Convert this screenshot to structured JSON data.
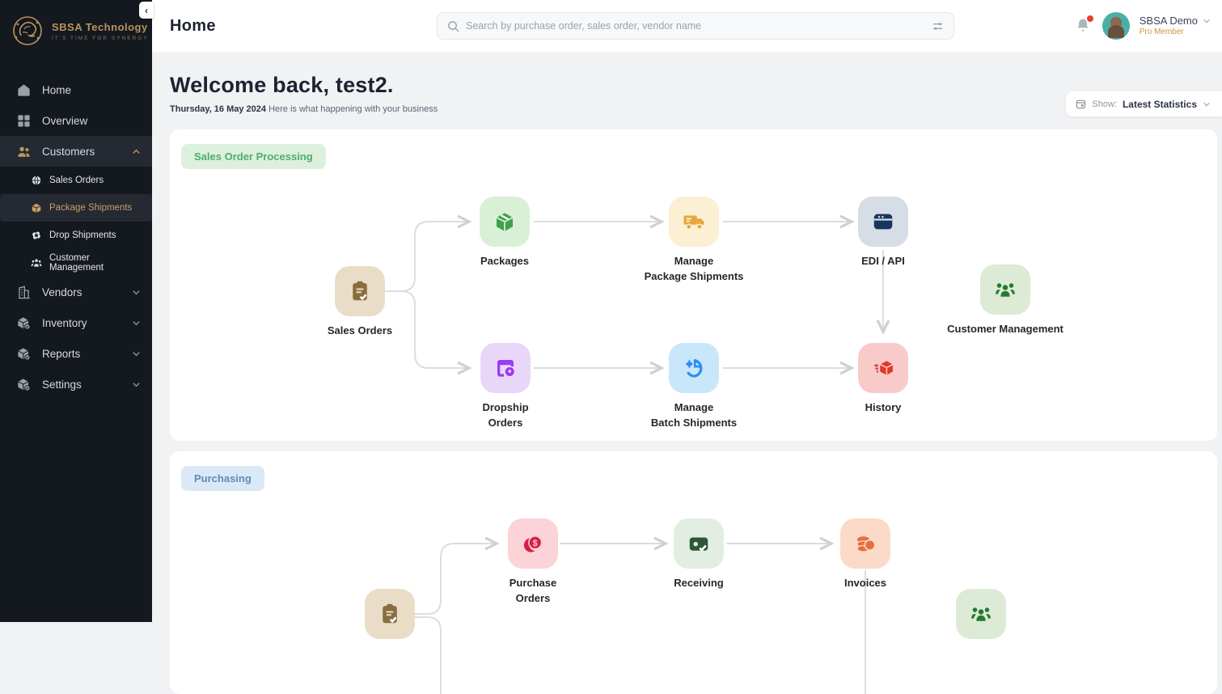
{
  "brand": {
    "name": "SBSA Technology",
    "tagline": "IT'S TIME FOR SYNERGY",
    "gold": "#b9945d"
  },
  "sidebar": {
    "collapse_glyph": "‹",
    "items": [
      {
        "label": "Home"
      },
      {
        "label": "Overview"
      },
      {
        "label": "Customers"
      },
      {
        "label": "Sales Orders"
      },
      {
        "label": "Package Shipments"
      },
      {
        "label": "Drop Shipments"
      },
      {
        "label": "Customer Management"
      },
      {
        "label": "Vendors"
      },
      {
        "label": "Inventory"
      },
      {
        "label": "Reports"
      },
      {
        "label": "Settings"
      }
    ]
  },
  "header": {
    "title": "Home",
    "search_placeholder": "Search by purchase order, sales order, vendor name",
    "user": {
      "name": "SBSA Demo",
      "role": "Pro Member"
    }
  },
  "welcome": {
    "heading": "Welcome back, test2.",
    "date": "Thursday, 16 May 2024",
    "subtitle": " Here is what happening with your business"
  },
  "show_filter": {
    "label": "Show:",
    "value": "Latest Statistics"
  },
  "sales_flow": {
    "badge": "Sales Order Processing",
    "badge_colors": {
      "bg": "#ddf0dd",
      "text": "#4caf6d"
    },
    "nodes": {
      "sales_orders": "Sales Orders",
      "packages": "Packages",
      "manage_package_shipments": "Manage\nPackage Shipments",
      "edi_api": "EDI / API",
      "dropship_orders": "Dropship\nOrders",
      "manage_batch_shipments": "Manage\nBatch Shipments",
      "history": "History",
      "customer_management": "Customer Management"
    }
  },
  "purchasing_flow": {
    "badge": "Purchasing",
    "badge_colors": {
      "bg": "#dbe8f5",
      "text": "#5b8db8"
    },
    "nodes": {
      "purchase_orders": "Purchase\nOrders",
      "receiving": "Receiving",
      "invoices": "Invoices"
    }
  },
  "colors": {
    "sidebar_bg": "#14181f",
    "main_bg": "#f1f2f4",
    "notification_dot": "#e8402a",
    "tiles": {
      "sales_orders": "#e9ddc7",
      "packages": "#d9f0d6",
      "manage_package_shipments": "#fbf0d4",
      "edi_api": "#d6dde6",
      "dropship_orders": "#e9d7fa",
      "manage_batch_shipments": "#c9e7fb",
      "history": "#f8caca",
      "customer_management": "#dcead6",
      "purchase_orders": "#fbd3d8",
      "receiving": "#e2eee2",
      "invoices": "#fbdac8"
    }
  }
}
